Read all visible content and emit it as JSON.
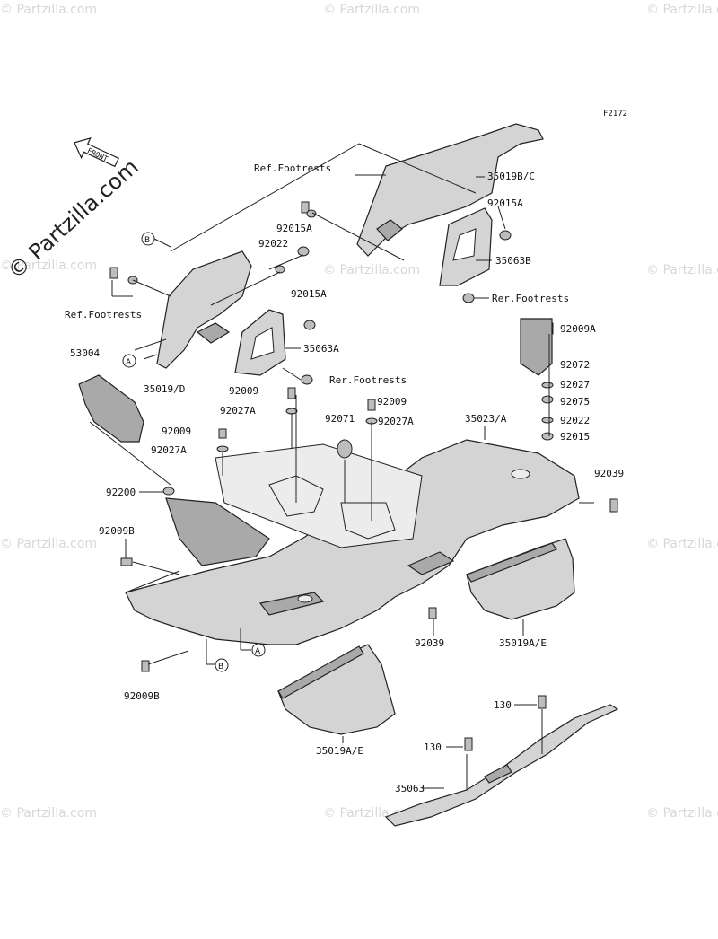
{
  "diagram_code": "F2172",
  "watermark": "© Partzilla.com",
  "front_arrow": "FRONT",
  "callouts": {
    "a": "A",
    "b": "B"
  },
  "labels": {
    "ref_footrests_top": "Ref.Footrests",
    "p35019bc": "35019B/C",
    "p92015a_r": "92015A",
    "p35063b": "35063B",
    "rer_footrests_r": "Rer.Footrests",
    "p92015a_m": "92015A",
    "p92022_t": "92022",
    "p92015a_m2": "92015A",
    "ref_footrests_l": "Ref.Footrests",
    "p35063a": "35063A",
    "rer_footrests_m": "Rer.Footrests",
    "p35019d": "35019/D",
    "p53004": "53004",
    "p92009_a": "92009",
    "p92027a_a": "92027A",
    "p92009_b": "92009",
    "p92071": "92071",
    "p92027a_b": "92027A",
    "p92009_c": "92009",
    "p92027a_c": "92027A",
    "p35023a": "35023/A",
    "p92009a": "92009A",
    "p92072": "92072",
    "p92027": "92027",
    "p92075": "92075",
    "p92022_r": "92022",
    "p92015": "92015",
    "p92039_r": "92039",
    "p92200": "92200",
    "p92009b_t": "92009B",
    "p92039_m": "92039",
    "p35019ae_r": "35019A/E",
    "p92009b_b": "92009B",
    "p130_a": "130",
    "p130_b": "130",
    "p35019ae_b": "35019A/E",
    "p35063": "35063"
  }
}
